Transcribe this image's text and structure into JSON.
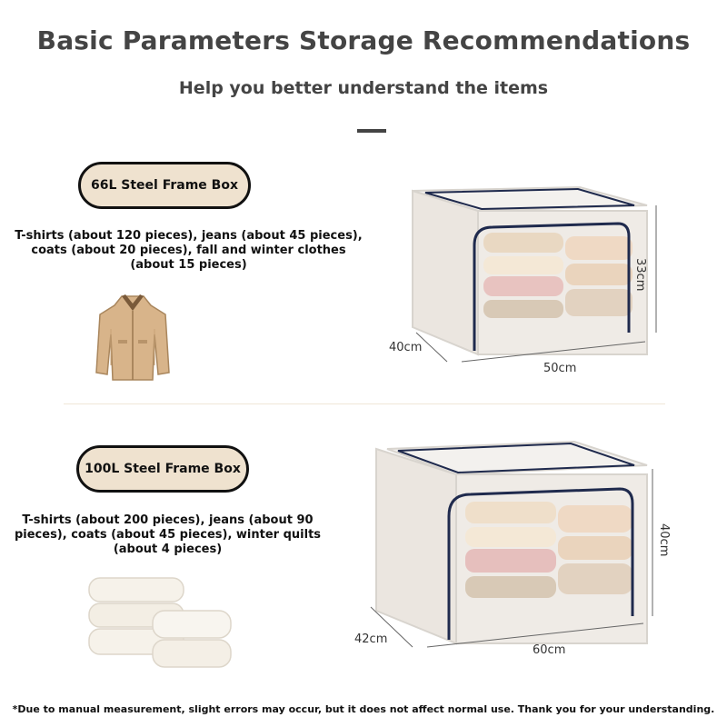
{
  "header": {
    "title": "Basic Parameters Storage Recommendations",
    "subtitle": "Help you better understand the items"
  },
  "products": [
    {
      "name": "66L Steel Frame Box",
      "description": "T-shirts (about 120 pieces), jeans (about 45 pieces), coats (about 20 pieces), fall and winter clothes (about 15 pieces)",
      "illustration": "jacket",
      "dimensions": {
        "height": "33cm",
        "depth": "40cm",
        "width": "50cm"
      }
    },
    {
      "name": "100L Steel Frame Box",
      "description": "T-shirts (about 200 pieces), jeans (about 90 pieces), coats (about 45 pieces), winter quilts (about 4 pieces)",
      "illustration": "folded-quilts",
      "dimensions": {
        "height": "40cm",
        "depth": "42cm",
        "width": "60cm"
      }
    }
  ],
  "footnote": "*Due to manual measurement, slight errors may occur, but it does not affect normal use. Thank you for your understanding.",
  "colors": {
    "pill_fill": "#efe2cf",
    "frame_navy": "#1f2a4d",
    "heading_gray": "#444444"
  }
}
